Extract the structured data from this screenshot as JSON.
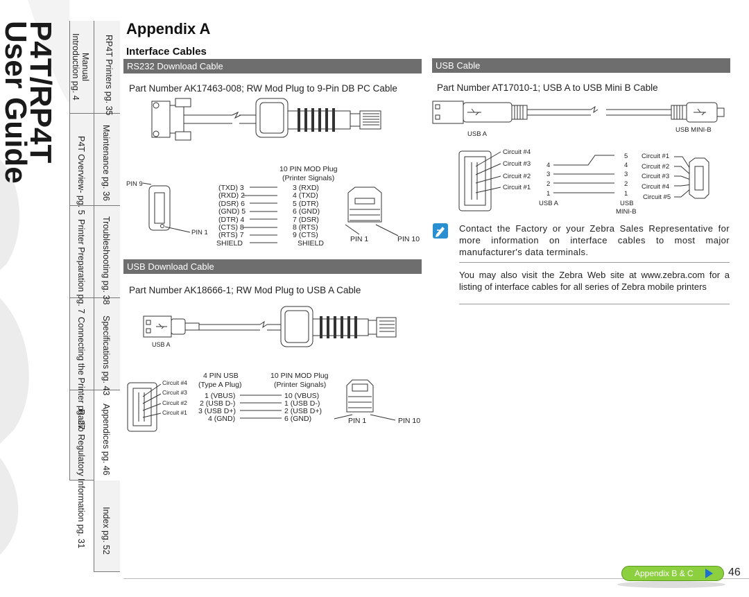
{
  "side_title": [
    "P4T/RP4T",
    "User Guide"
  ],
  "nav_tabs": [
    {
      "col1": "Introduction pg. 4",
      "col2": "RP4T Printers pg. 35",
      "extra": "Manual"
    },
    {
      "col1": "P4T Overview- pg. 5",
      "col2": "Maintenance pg. 36"
    },
    {
      "col1": "Printer Preparation pg. 7",
      "col2": "Troubleshooting pg. 38"
    },
    {
      "col1": "Connecting the Printer pg. 27",
      "col2": "Specifications pg. 43"
    },
    {
      "col1": "Radio Regulatory Information pg. 31",
      "col2": "Appendices pg. 46"
    },
    {
      "col1": "",
      "col2": "Index pg. 52"
    }
  ],
  "page": {
    "appendix_title": "Appendix A",
    "section_title": "Interface Cables",
    "page_number": "46",
    "footer_tab": "Appendix B & C"
  },
  "rs232": {
    "bar": "RS232 Download Cable",
    "part": "Part Number AK17463-008; RW Mod Plug to 9-Pin DB PC Cable",
    "mod_plug_title": "10 PIN MOD Plug",
    "mod_plug_sub": "(Printer Signals)",
    "pin9": "PIN 9",
    "pin1_left": "PIN 1",
    "pin1_right": "PIN 1",
    "pin10_right": "PIN 10",
    "left_signals": [
      "(TXD) 3",
      "(RXD) 2",
      "(DSR) 6",
      "(GND) 5",
      "(DTR) 4",
      "(CTS) 8",
      "(RTS) 7",
      "SHIELD"
    ],
    "right_signals": [
      "3 (RXD)",
      "4 (TXD)",
      "5 (DTR)",
      "6 (GND)",
      "7 (DSR)",
      "8 (RTS)",
      "9 (CTS)",
      "SHIELD"
    ]
  },
  "usb_download": {
    "bar": "USB Download Cable",
    "part": "Part Number AK18666-1; RW Mod Plug to USB A Cable",
    "usb_a_label": "USB A",
    "circuits": [
      "Circuit #4",
      "Circuit #3",
      "Circuit #2",
      "Circuit #1"
    ],
    "col1_title": "4 PIN USB",
    "col1_sub": "(Type A Plug)",
    "col2_title": "10 PIN MOD Plug",
    "col2_sub": "(Printer Signals)",
    "left_signals": [
      "1 (VBUS)",
      "2 (USB D-)",
      "3 (USB D+)",
      "4 (GND)"
    ],
    "right_signals": [
      "10 (VBUS)",
      "1 (USB D-)",
      "2 (USB D+)",
      "6 (GND)"
    ],
    "pin1": "PIN 1",
    "pin10": "PIN 10"
  },
  "usb_cable": {
    "bar": "USB Cable",
    "part": "Part Number AT17010-1; USB A to USB Mini B Cable",
    "usb_a_label": "USB A",
    "usb_minib_label": "USB MINI-B",
    "left_circuits": [
      "Circuit #4",
      "Circuit #3",
      "Circuit #2",
      "Circuit #1"
    ],
    "left_nums": [
      "4",
      "3",
      "2",
      "1"
    ],
    "right_nums": [
      "5",
      "4",
      "3",
      "2",
      "1"
    ],
    "right_circuits": [
      "Circuit #1",
      "Circuit #2",
      "Circuit #3",
      "Circuit #4",
      "Circuit #5"
    ],
    "bottom_left": "USB A",
    "bottom_right_1": "USB",
    "bottom_right_2": "MINI-B"
  },
  "notes": {
    "note1": "Contact the Factory or your Zebra Sales Representative for more information on interface cables to most major manufacturer's data terminals.",
    "note2": "You may also visit the Zebra Web site at www.zebra.com for a listing of interface cables for all series of Zebra mobile printers"
  }
}
